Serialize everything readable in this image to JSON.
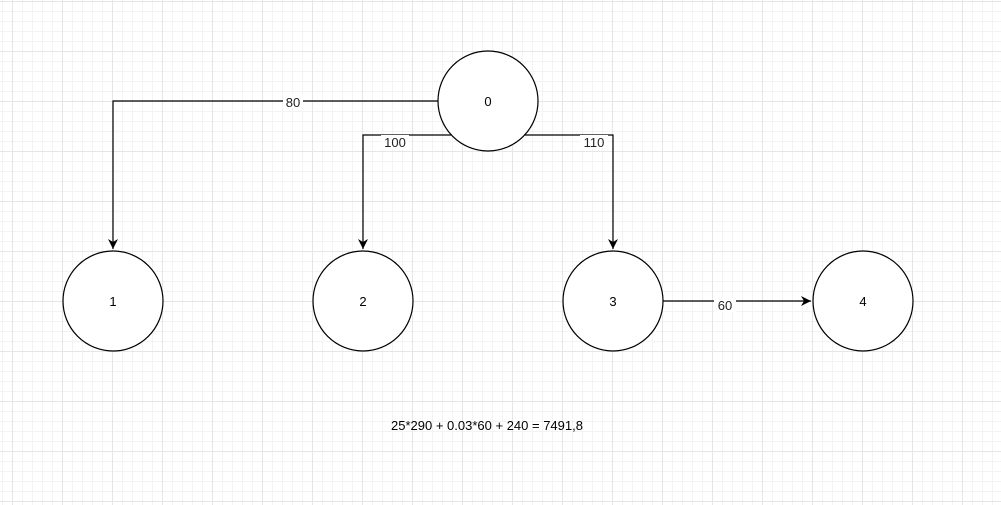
{
  "diagram": {
    "nodes": [
      {
        "id": "0",
        "label": "0"
      },
      {
        "id": "1",
        "label": "1"
      },
      {
        "id": "2",
        "label": "2"
      },
      {
        "id": "3",
        "label": "3"
      },
      {
        "id": "4",
        "label": "4"
      }
    ],
    "edges": [
      {
        "from": "0",
        "to": "1",
        "label": "80"
      },
      {
        "from": "0",
        "to": "2",
        "label": "100"
      },
      {
        "from": "0",
        "to": "3",
        "label": "110"
      },
      {
        "from": "3",
        "to": "4",
        "label": "60"
      }
    ],
    "formula": "25*290 + 0.03*60 + 240 = 7491,8"
  }
}
